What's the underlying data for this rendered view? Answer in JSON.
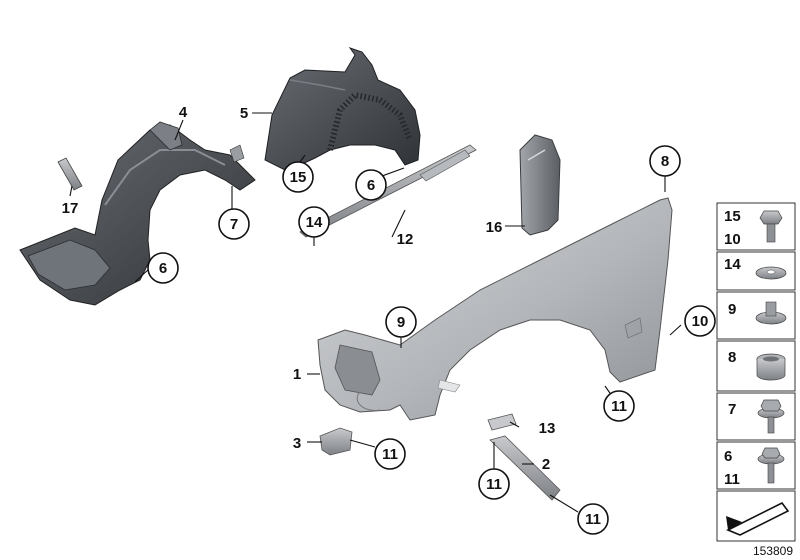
{
  "parts": {
    "p1": "1",
    "p2": "2",
    "p3": "3",
    "p4": "4",
    "p5": "5",
    "p6a": "6",
    "p6b": "6",
    "p7": "7",
    "p8": "8",
    "p9": "9",
    "p10": "10",
    "p11a": "11",
    "p11b": "11",
    "p11c": "11",
    "p11d": "11",
    "p12": "12",
    "p13": "13",
    "p14": "14",
    "p15": "15",
    "p16": "16",
    "p17": "17"
  },
  "legend": {
    "r1a": "15",
    "r1b": "10",
    "r2": "14",
    "r3": "9",
    "r4": "8",
    "r5": "7",
    "r6a": "6",
    "r6b": "11"
  },
  "doc_number": "153809",
  "colors": {
    "liner_dark": "#3c3f44",
    "liner_mid": "#5a5e64",
    "fender_light": "#b9bcc0",
    "fender_mid": "#9a9da2",
    "fastener": "#8d9095"
  }
}
